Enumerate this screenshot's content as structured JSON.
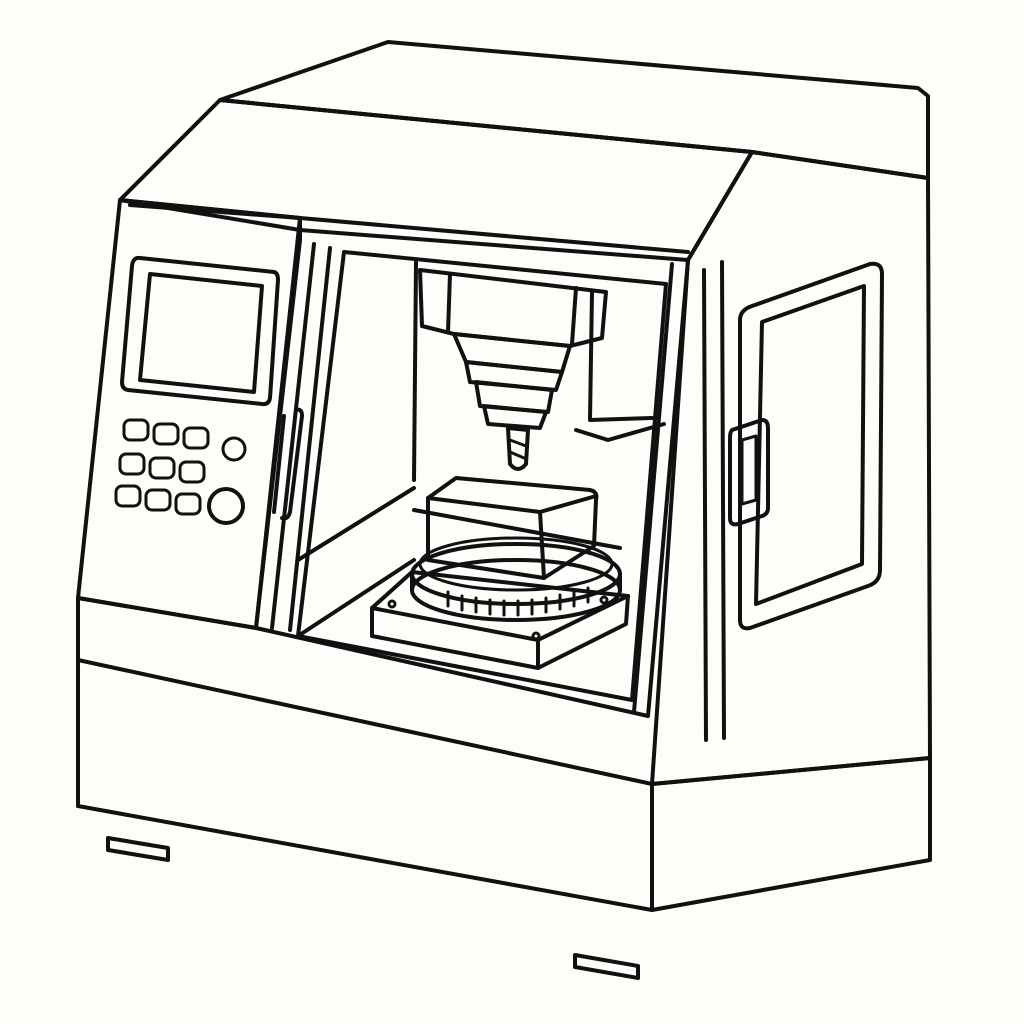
{
  "colors": {
    "line": "#111111",
    "background": "#fdfdf9"
  },
  "illustration": {
    "subject": "cnc-milling-machine",
    "style": "black line art",
    "components": [
      "machine-cabinet",
      "control-panel",
      "control-screen",
      "keypad-buttons",
      "dial-knob",
      "front-door-handle",
      "work-chamber-window",
      "spindle-head",
      "cutting-tool",
      "workpiece-block",
      "rotary-table",
      "base-plate",
      "side-door",
      "side-door-handle",
      "machine-feet"
    ]
  }
}
